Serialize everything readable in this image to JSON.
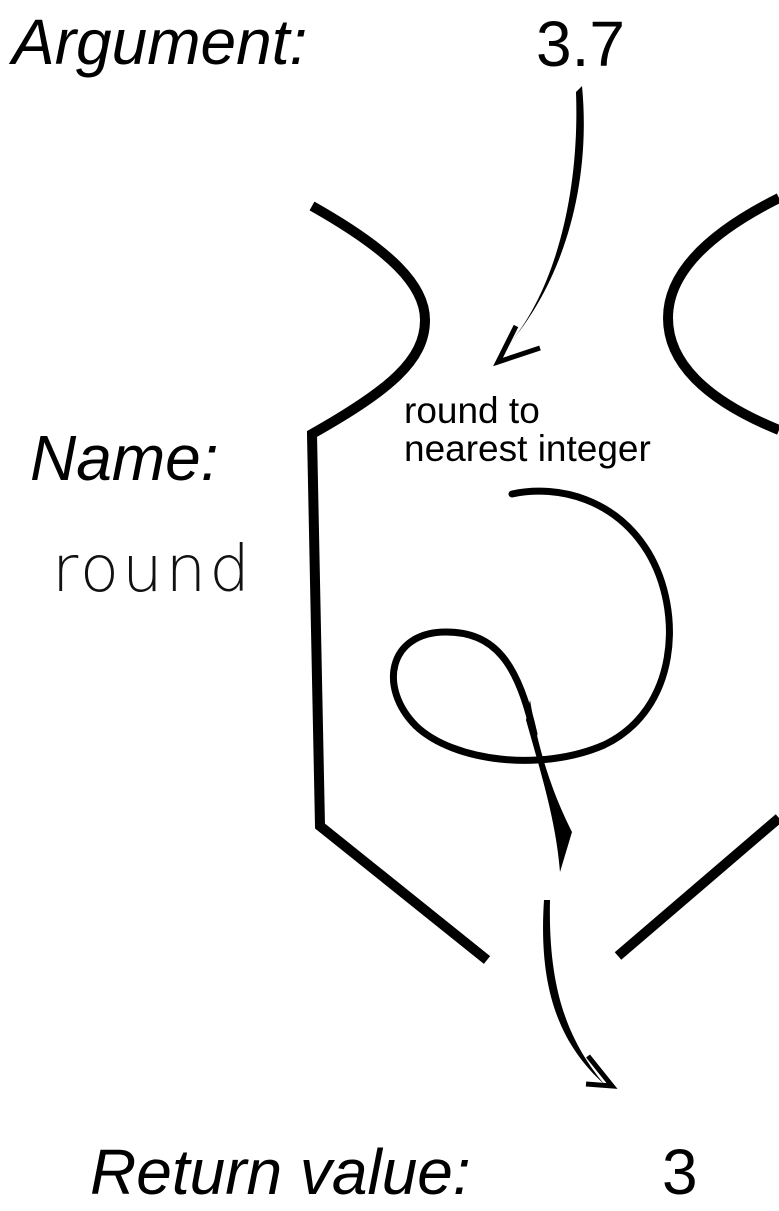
{
  "argument": {
    "label": "Argument:",
    "value": "3.7"
  },
  "function": {
    "name_label": "Name:",
    "name": "round",
    "operation_line1": "round to",
    "operation_line2": "nearest integer"
  },
  "result": {
    "label": "Return value:",
    "value": "3"
  },
  "colors": {
    "ink": "#000000",
    "background": "#ffffff"
  }
}
